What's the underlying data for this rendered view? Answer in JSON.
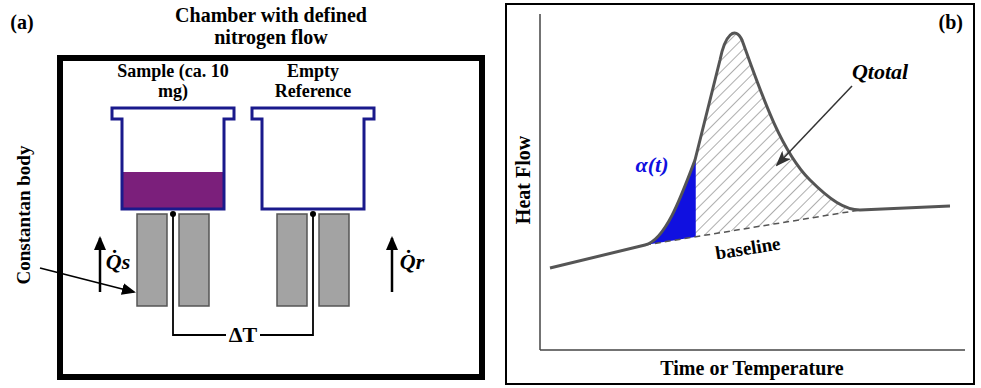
{
  "diagram": {
    "nodes": [
      {
        "text": [
          "Chamber with defined nitrogen flow"
        ]
      },
      {
        "text": [
          "Sample (ca. 10 mg)"
        ],
        "in": 0
      },
      {
        "text": [
          "Empty Reference"
        ],
        "in": 0
      },
      {
        "text": [
          "(b)"
        ]
      }
    ],
    "labels": [
      "(a)",
      "Constantan body",
      "Q̇s",
      "Q̇r",
      "ΔT",
      "Heat Flow",
      "Time or Temperature",
      "α(t)",
      "Qtotal",
      "baseline"
    ]
  }
}
